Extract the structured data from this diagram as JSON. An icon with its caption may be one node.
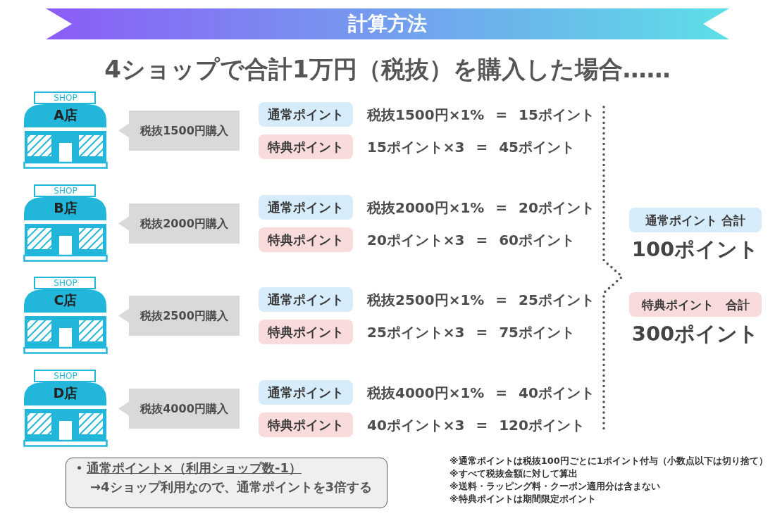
{
  "diagram": {
    "title": "計算方法",
    "nodes": [
      {
        "text": [
          "SHOP",
          "A店"
        ]
      },
      {
        "text": [
          "税抜1500円購入"
        ]
      },
      {
        "text": [
          "通常ポイント"
        ],
        "beside": [
          "税抜1500円×1% = 15ポイント"
        ]
      },
      {
        "text": [
          "特典ポイント"
        ],
        "beside": [
          "15ポイント×3 = 45ポイント"
        ]
      },
      {
        "text": [
          "SHOP",
          "B店"
        ]
      },
      {
        "text": [
          "税抜2000円購入"
        ]
      },
      {
        "text": [
          "通常ポイント"
        ],
        "beside": [
          "税抜2000円×1% = 20ポイント"
        ]
      },
      {
        "text": [
          "特典ポイント"
        ],
        "beside": [
          "20ポイント×3 = 60ポイント"
        ]
      },
      {
        "text": [
          "SHOP",
          "C店"
        ]
      },
      {
        "text": [
          "税抜2500円購入"
        ]
      },
      {
        "text": [
          "通常ポイント"
        ],
        "beside": [
          "税抜2500円×1% = 25ポイント"
        ]
      },
      {
        "text": [
          "特典ポイント"
        ],
        "beside": [
          "25ポイント×3 = 75ポイント"
        ]
      },
      {
        "text": [
          "SHOP",
          "D店"
        ]
      },
      {
        "text": [
          "税抜4000円購入"
        ]
      },
      {
        "text": [
          "通常ポイント"
        ],
        "beside": [
          "税抜4000円×1% = 40ポイント"
        ]
      },
      {
        "text": [
          "特典ポイント"
        ],
        "beside": [
          "40ポイント×3 = 120ポイント"
        ]
      },
      {
        "text": [
          "通常ポイント 合計"
        ],
        "beside": [
          "100ポイント"
        ]
      },
      {
        "text": [
          "特典ポイント　合計"
        ],
        "beside": [
          "300ポイント"
        ]
      },
      {
        "text": [
          "通常ポイント×（利用ショップ数-1）",
          "→4ショップ利用なので、通常ポイントを3倍する"
        ]
      }
    ],
    "labels": [
      "4ショップで合計1万円（税抜）を購入した場合……",
      "※通常ポイントは税抜100円ごとに1ポイント付与（小数点以下は切り捨て）",
      "※すべて税抜金額に対して算出",
      "※送料・ラッピング料・クーポン適用分は含まない",
      "※特典ポイントは期間限定ポイント"
    ]
  }
}
